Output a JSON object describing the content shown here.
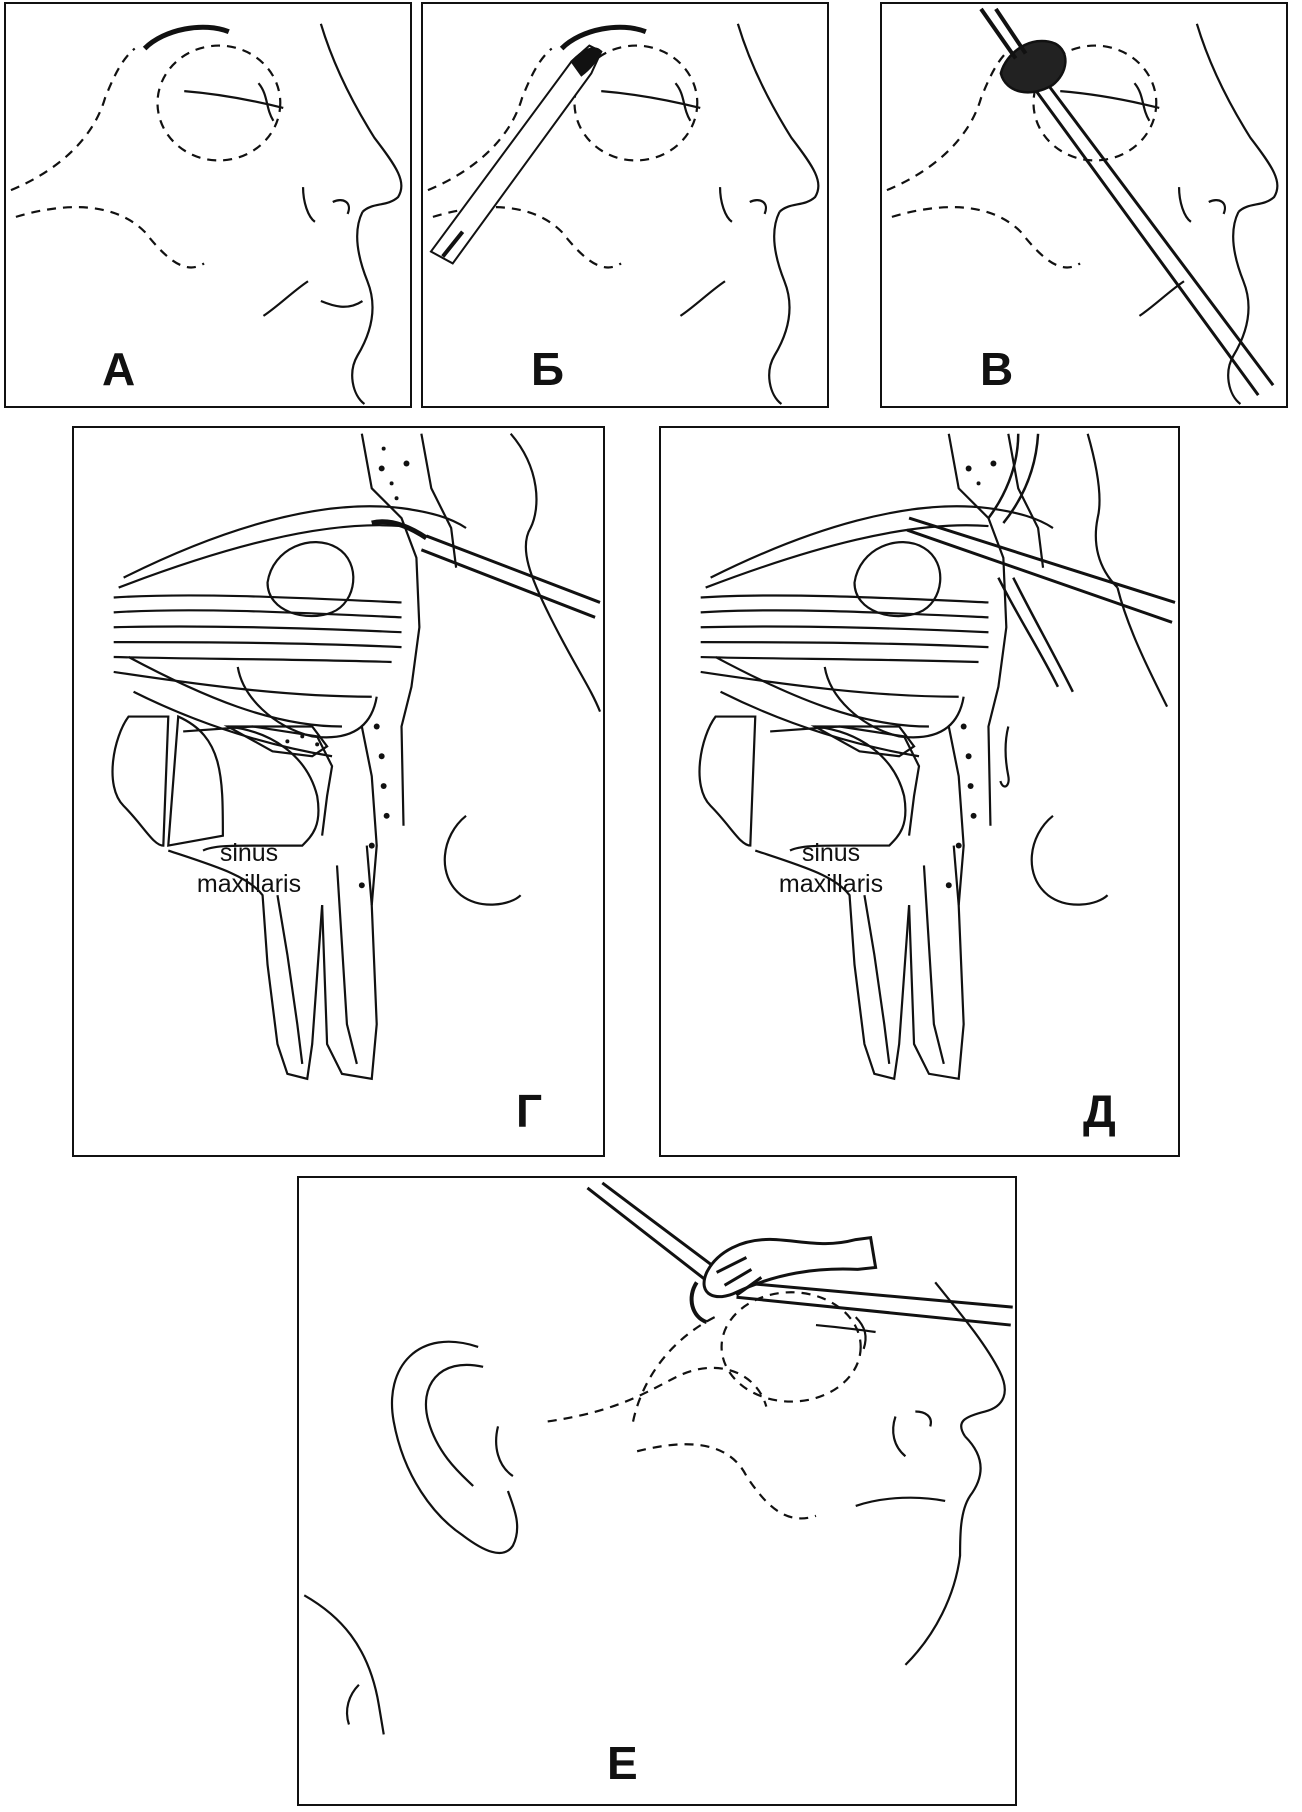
{
  "panels": {
    "a": {
      "label": "А"
    },
    "b": {
      "label": "Б"
    },
    "v": {
      "label": "В"
    },
    "g": {
      "label": "Г",
      "sinus_line1": "sinus",
      "sinus_line2": "maxillaris"
    },
    "d": {
      "label": "Д",
      "sinus_line1": "sinus",
      "sinus_line2": "maxillaris"
    },
    "e": {
      "label": "Е"
    }
  },
  "colors": {
    "ink": "#111111",
    "paper": "#ffffff"
  }
}
